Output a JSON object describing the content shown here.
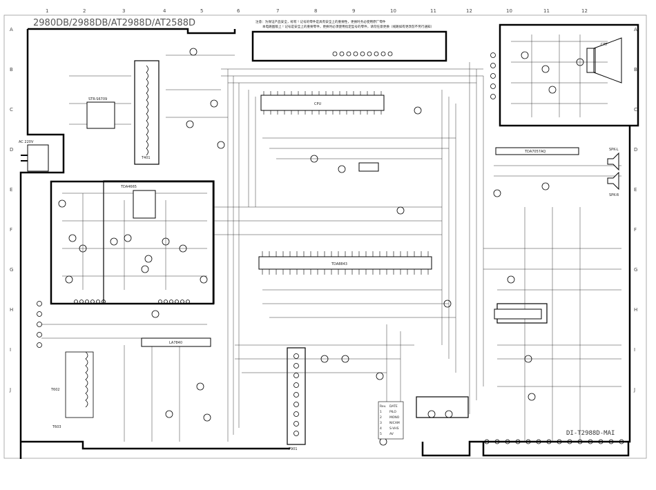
{
  "title": "2980DB/2988DB/AT2988D/AT2588D",
  "drawing_number": "DI-T2988D-MAI",
  "grid": {
    "columns": [
      "1",
      "2",
      "3",
      "4",
      "5",
      "6",
      "7",
      "8",
      "9",
      "10",
      "11",
      "12",
      "10",
      "11",
      "12"
    ],
    "rows": [
      "A",
      "B",
      "C",
      "D",
      "E",
      "F",
      "G",
      "H",
      "I",
      "J"
    ]
  },
  "notice": {
    "line1": "注意：为保证产品安全，标有 ! 记号的零件是具有安全上的重要性，更换时务必使用原厂零件",
    "line2": "本电路图版上 ! 记号是安全上的重要零件，更换时必须使用指定型号的零件，请勿任意更换（线路如有更改恕不另行通知）"
  },
  "labels": {
    "ac_input": "AC 220V",
    "cpu": "CPU",
    "main_ic": "TDA8843",
    "audio_amp": "TDA7057AQ",
    "crt": "CRT",
    "flyback": "T401",
    "power_ic": "STR-S6709",
    "vert_ic": "LA7840",
    "pal_ic": "TDA4665",
    "spk_l": "SPK-L",
    "spk_r": "SPK-R",
    "p901": "P901",
    "t602": "T602",
    "t603": "T603"
  },
  "legend_table": {
    "rows": [
      [
        "Rev.",
        "DATE"
      ],
      [
        "1",
        "PILO"
      ],
      [
        "2",
        "MONO"
      ],
      [
        "3",
        "NICAM"
      ],
      [
        "4",
        "S-VHS"
      ],
      [
        "5",
        "AV"
      ]
    ]
  }
}
